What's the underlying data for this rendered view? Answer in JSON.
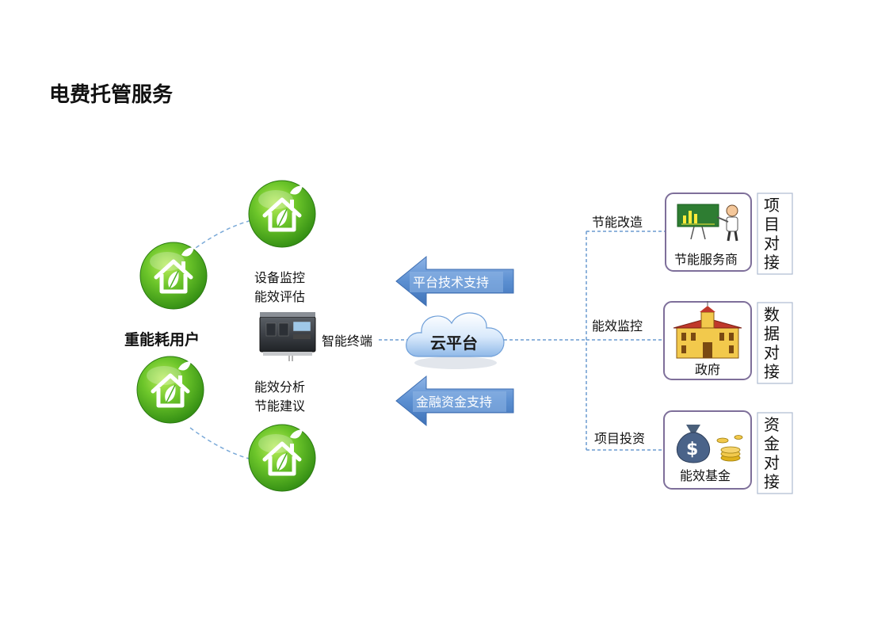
{
  "title": "电费托管服务",
  "users": {
    "label": "重能耗用户",
    "icon": "green-house-icon",
    "color": "#4caf22"
  },
  "terminal": {
    "label": "智能终端",
    "top_caption": [
      "设备监控",
      "能效评估"
    ],
    "bottom_caption": [
      "能效分析",
      "节能建议"
    ],
    "icon": "smart-meter-icon"
  },
  "cloud": {
    "label": "云平台",
    "icon": "cloud-icon"
  },
  "arrows": {
    "top": "平台技术支持",
    "bottom": "金融资金支持",
    "color": "#5b8fd1"
  },
  "branches": [
    {
      "line_label": "节能改造",
      "entity": "节能服务商",
      "icon": "presenter-chart-icon",
      "side": [
        "项",
        "目",
        "对",
        "接"
      ]
    },
    {
      "line_label": "能效监控",
      "entity": "政府",
      "icon": "government-building-icon",
      "side": [
        "数",
        "据",
        "对",
        "接"
      ]
    },
    {
      "line_label": "项目投资",
      "entity": "能效基金",
      "icon": "money-bag-icon",
      "side": [
        "资",
        "金",
        "对",
        "接"
      ]
    }
  ]
}
